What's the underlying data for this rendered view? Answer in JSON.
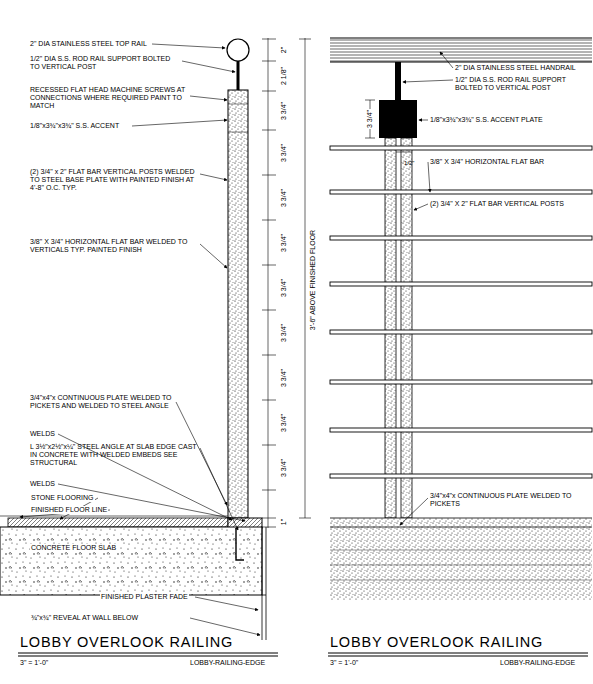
{
  "diagram": {
    "title": "LOBBY OVERLOOK RAILING",
    "labels": [
      "2\" DIA STAINLESS STEEL TOP RAIL",
      "1/2\" DIA S.S. ROD RAIL SUPPORT BOLTED TO VERTICAL POST",
      "RECESSED FLAT HEAD MACHINE SCREWS AT CONNECTIONS WHERE REQUIRED PAINT TO MATCH",
      "1/8\"x3¾\"x3¾\" S.S. ACCENT",
      "(2) 3/4\" x 2\" FLAT BAR VERTICAL POSTS WELDED TO STEEL BASE PLATE WITH PAINTED FINISH AT 4'-8\" O.C. TYP.",
      "3/8\" X 3/4\" HORIZONTAL FLAT BAR WELDED TO VERTICALS TYP. PAINTED FINISH",
      "3/4\"x4\"x CONTINUOUS PLATE WELDED TO PICKETS AND WELDED TO STEEL ANGLE",
      "WELDS",
      "L 3½\"x2½\"x¼\" STEEL ANGLE AT SLAB EDGE CAST IN CONCRETE WITH WELDED EMBEDS SEE STRUCTURAL",
      "WELDS",
      "STONE FLOORING",
      "FINISHED FLOOR LINE",
      "CONCRETE FLOOR SLAB",
      "FINISHED PLASTER FADE",
      "¾\"x¾\" REVEAL AT WALL BELOW",
      "3\" = 1'-0\"",
      "LOBBY-RAILING-EDGE",
      "LOBBY OVERLOOK RAILING",
      "3\" = 1'-0\"",
      "LOBBY-RAILING-EDGE",
      "2\" DIA STAINLESS STEEL HANDRAIL",
      "1/2\" DIA S.S. ROD RAIL SUPPORT BOLTED TO VERTICAL POST",
      "1/8\"x3¾\"x3¾\" S.S. ACCENT PLATE",
      "3/8\" X 3/4\" HORIZONTAL FLAT BAR",
      "(2) 3/4\" X 2\" FLAT BAR VERTICAL POSTS",
      "3/4\"x4\"x CONTINUOUS PLATE WELDED TO PICKETS",
      "3'-6\" ABOVE FINISHED FLOOR",
      "3 3/4\"",
      "1/2\"",
      "2\"",
      "2 1/8\"",
      "3 3/4\"",
      "3 3/4\"",
      "3 3/4\"",
      "3 3/4\"",
      "3 3/4\"",
      "3 3/4\"",
      "3 3/4\"",
      "3 3/4\"",
      "3 3/4\"",
      "1\""
    ]
  }
}
